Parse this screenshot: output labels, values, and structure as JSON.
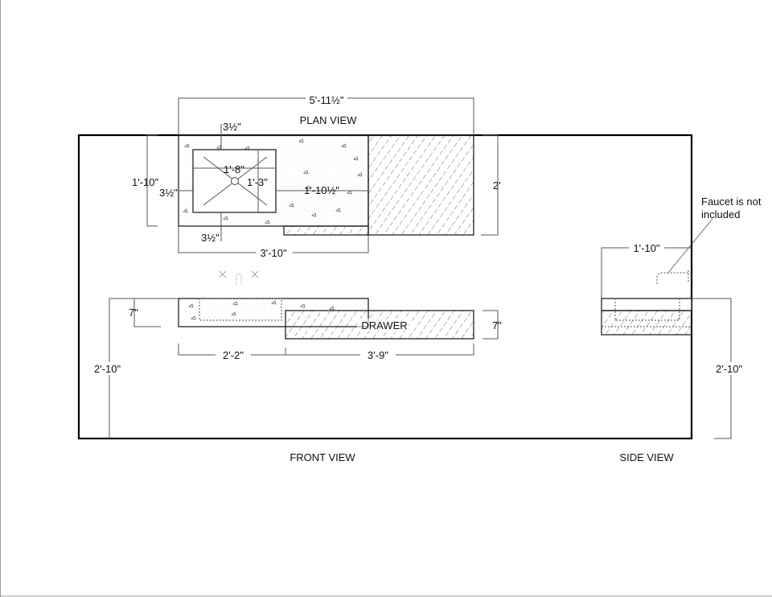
{
  "views": {
    "plan": "PLAN VIEW",
    "front": "FRONT VIEW",
    "side": "SIDE VIEW"
  },
  "plan_dims": {
    "overall_width": "5'-11½\"",
    "sink_top_offset": "3½\"",
    "depth_left": "1'-10\"",
    "sink_left_offset": "3½\"",
    "sink_width": "1'-8\"",
    "sink_depth": "1'-3\"",
    "sink_right_offset": "1'-10½\"",
    "depth_right": "2'",
    "sink_bottom_offset": "3½\"",
    "top_width": "3'-10\""
  },
  "front_dims": {
    "top_thickness": "7\"",
    "drawer_label": "DRAWER",
    "drawer_thickness": "7\"",
    "left_width": "2'-2\"",
    "drawer_width": "3'-9\"",
    "height_left": "2'-10\""
  },
  "side_dims": {
    "depth": "1'-10\"",
    "height": "2'-10\""
  },
  "note": {
    "line1": "Faucet is not",
    "line2": "included"
  },
  "colors": {
    "line": "#222222",
    "hatch": "#444444",
    "stipple": "#bbbbbb"
  }
}
